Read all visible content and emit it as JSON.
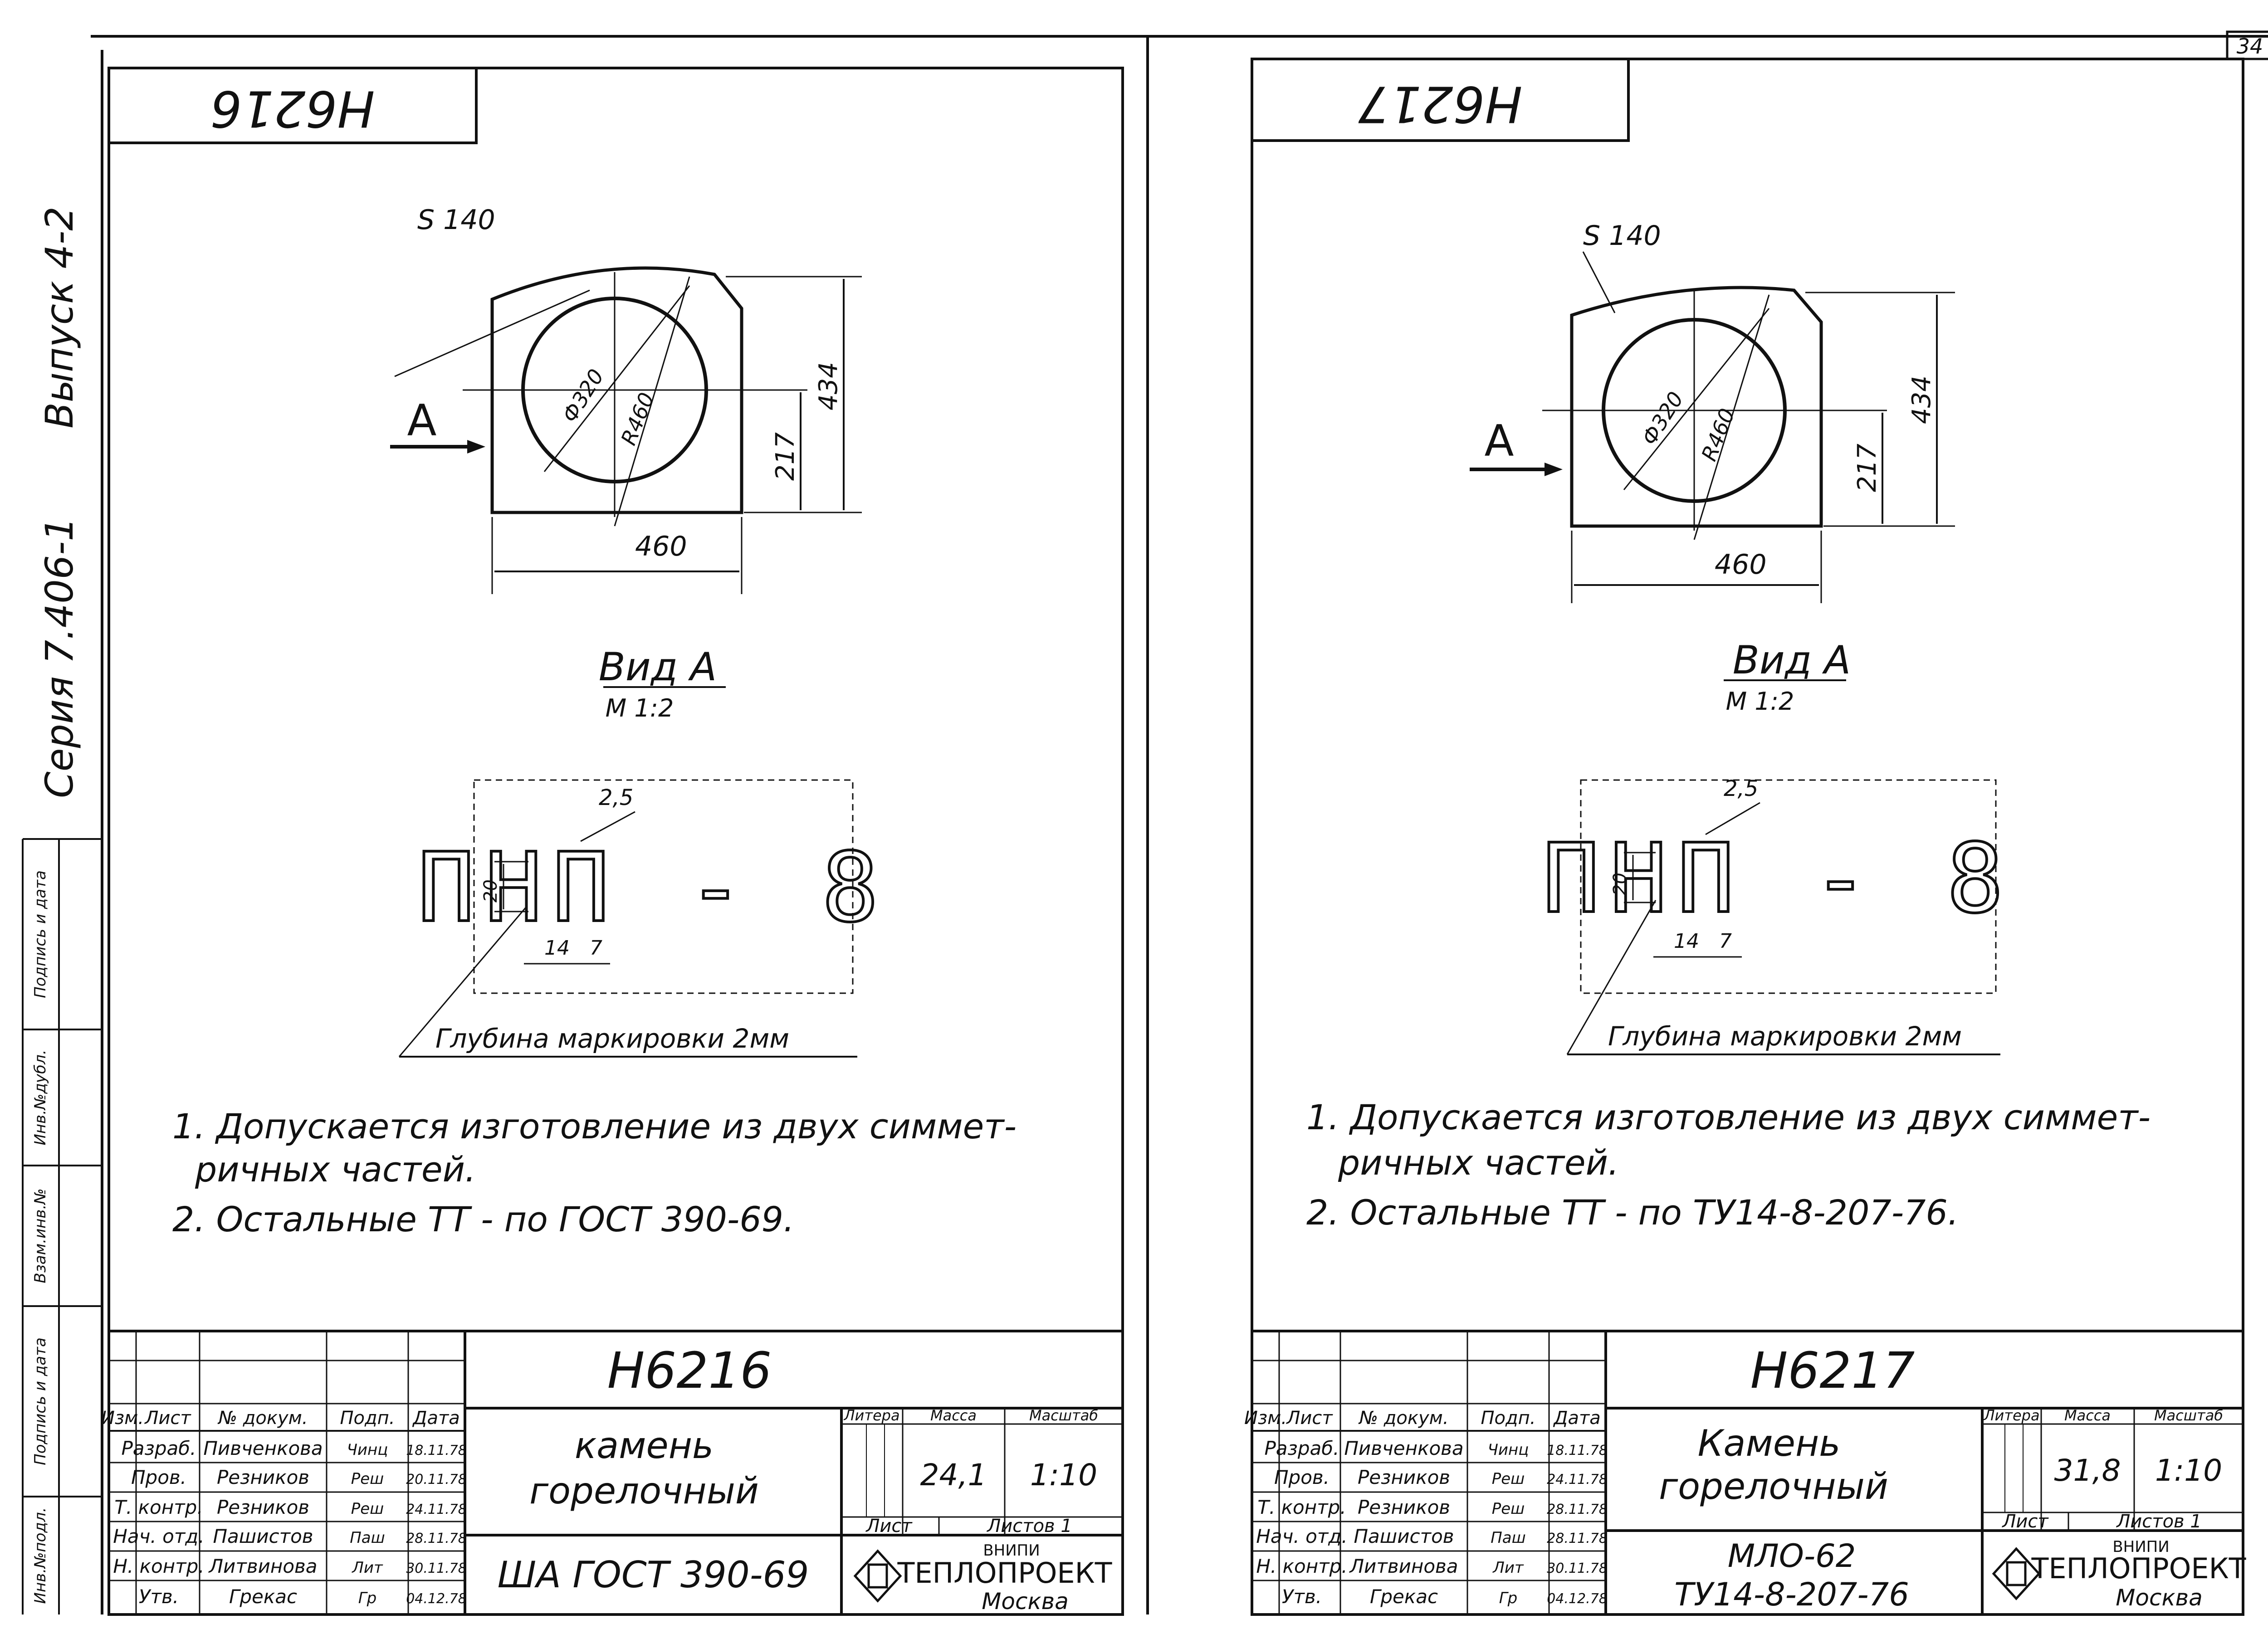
{
  "page_number": "34",
  "side_stamp": {
    "vypusk": "Выпуск 4-2",
    "seriya": "Серия 7.406-1",
    "cells": [
      "Инв.№подл.",
      "Подпись и дата",
      "Взам.инв.№",
      "Инв.№дубл.",
      "Подпись и дата"
    ]
  },
  "sheets": [
    {
      "mirror_label": "H6216",
      "marking_label": "S 140",
      "dim_diameter": "Ф320",
      "dim_radius": "R460",
      "dim_height": "434",
      "dim_half_height": "217",
      "dim_width": "460",
      "arrow_label": "A",
      "view_title": "Вид А",
      "view_scale": "М 1:2",
      "stamp_text": "ПНП - 8",
      "dim_char_height": "20",
      "dim_char_width": "14",
      "dim_spacing": "7",
      "dim_stroke": "2,5",
      "depth_note": "Глубина маркировки 2мм",
      "note1_line1": "1. Допускается изготовление из двух симмет-",
      "note1_line2": "ричных частей.",
      "note2": "2. Остальные ТТ - по ГОСТ 390-69.",
      "title_block": {
        "designation": "H6216",
        "name_line1": "камень",
        "name_line2": "горелочный",
        "material_line1": "ША ГОСТ 390-69",
        "material_line2": "",
        "head_litera": "Литера",
        "head_mass": "Масса",
        "head_scale": "Масштаб",
        "mass": "24,1",
        "scale": "1:10",
        "sheet_label": "Лист",
        "sheets_label": "Листов 1",
        "org_top": "ВНИПИ",
        "org_name": "ТЕПЛОПРОЕКТ",
        "org_city": "Москва",
        "col_heads": [
          "Изм.",
          "Лист",
          "№ докум.",
          "Подп.",
          "Дата"
        ],
        "rows": [
          {
            "role": "Разраб.",
            "name": "Пивченкова",
            "sig": "Чинц",
            "date": "18.11.78"
          },
          {
            "role": "Пров.",
            "name": "Резников",
            "sig": "Реш",
            "date": "20.11.78"
          },
          {
            "role": "Т. контр.",
            "name": "Резников",
            "sig": "Реш",
            "date": "24.11.78"
          },
          {
            "role": "Нач. отд.",
            "name": "Пашистов",
            "sig": "Паш",
            "date": "28.11.78"
          },
          {
            "role": "Н. контр.",
            "name": "Литвинова",
            "sig": "Лит",
            "date": "30.11.78"
          },
          {
            "role": "Утв.",
            "name": "Грекас",
            "sig": "Гр",
            "date": "04.12.78"
          }
        ]
      }
    },
    {
      "mirror_label": "H6217",
      "marking_label": "S 140",
      "dim_diameter": "Ф320",
      "dim_radius": "R460",
      "dim_height": "434",
      "dim_half_height": "217",
      "dim_width": "460",
      "arrow_label": "A",
      "view_title": "Вид А",
      "view_scale": "М 1:2",
      "stamp_text": "ПНП - 8",
      "dim_char_height": "20",
      "dim_char_width": "14",
      "dim_spacing": "7",
      "dim_stroke": "2,5",
      "depth_note": "Глубина маркировки 2мм",
      "note1_line1": "1. Допускается изготовление из двух симмет-",
      "note1_line2": "ричных частей.",
      "note2": "2. Остальные ТТ - по ТУ14-8-207-76.",
      "title_block": {
        "designation": "H6217",
        "name_line1": "Камень",
        "name_line2": "горелочный",
        "material_line1": "МЛО-62",
        "material_line2": "ТУ14-8-207-76",
        "head_litera": "Литера",
        "head_mass": "Масса",
        "head_scale": "Масштаб",
        "mass": "31,8",
        "scale": "1:10",
        "sheet_label": "Лист",
        "sheets_label": "Листов 1",
        "org_top": "ВНИПИ",
        "org_name": "ТЕПЛОПРОЕКТ",
        "org_city": "Москва",
        "col_heads": [
          "Изм.",
          "Лист",
          "№ докум.",
          "Подп.",
          "Дата"
        ],
        "rows": [
          {
            "role": "Разраб.",
            "name": "Пивченкова",
            "sig": "Чинц",
            "date": "18.11.78"
          },
          {
            "role": "Пров.",
            "name": "Резников",
            "sig": "Реш",
            "date": "24.11.78"
          },
          {
            "role": "Т. контр.",
            "name": "Резников",
            "sig": "Реш",
            "date": "28.11.78"
          },
          {
            "role": "Нач. отд.",
            "name": "Пашистов",
            "sig": "Паш",
            "date": "28.11.78"
          },
          {
            "role": "Н. контр.",
            "name": "Литвинова",
            "sig": "Лит",
            "date": "30.11.78"
          },
          {
            "role": "Утв.",
            "name": "Грекас",
            "sig": "Гр",
            "date": "04.12.78"
          }
        ]
      }
    }
  ]
}
